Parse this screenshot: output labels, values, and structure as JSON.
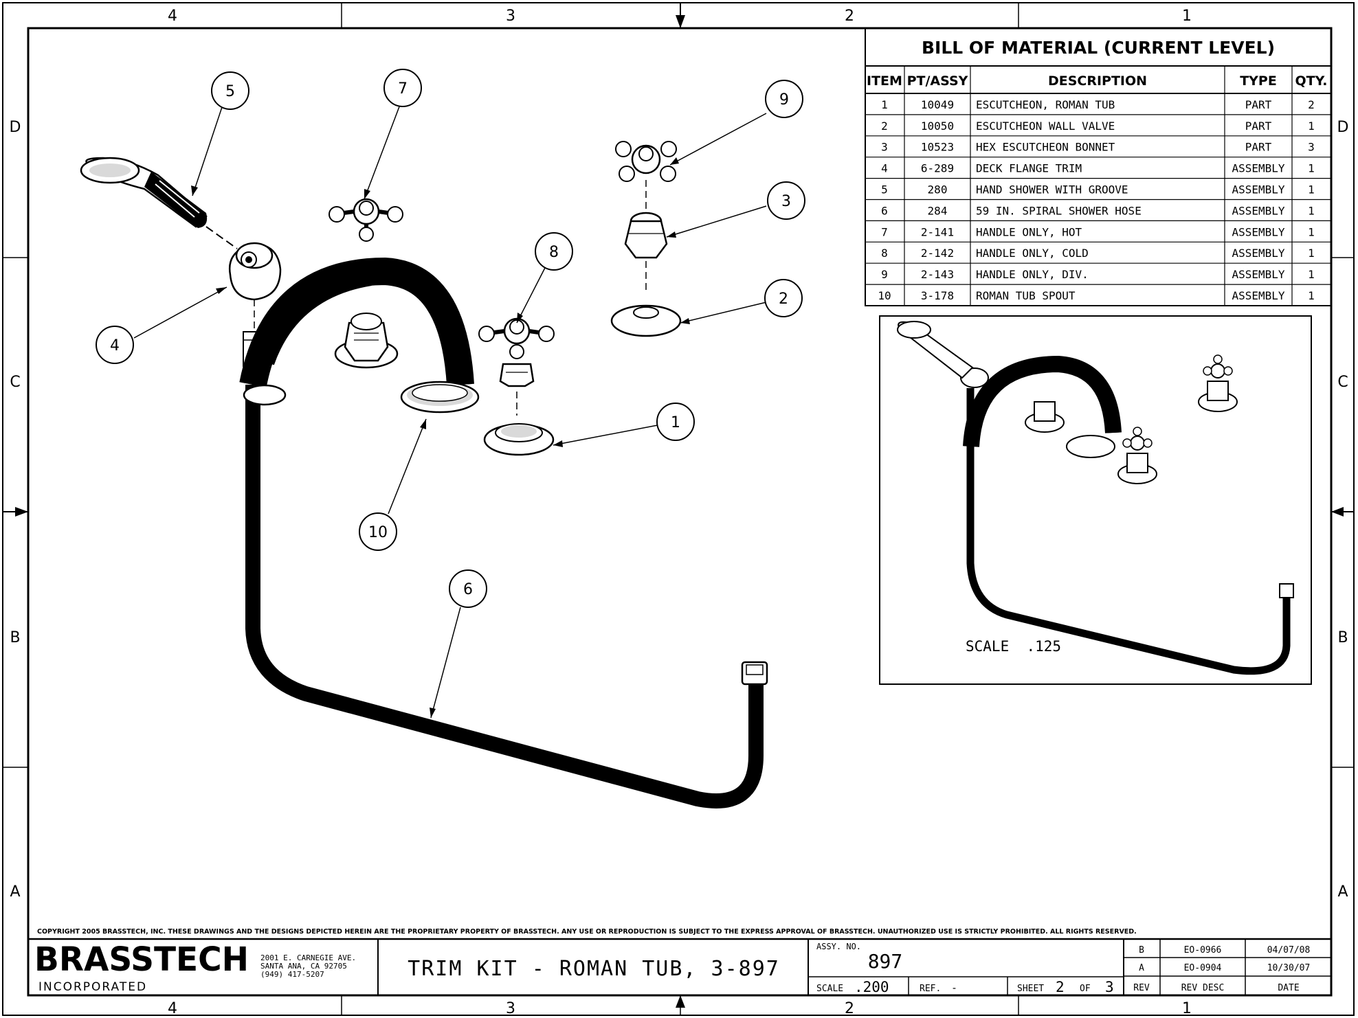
{
  "zones": {
    "columns": [
      "4",
      "3",
      "2",
      "1"
    ],
    "rows": [
      "D",
      "C",
      "B",
      "A"
    ]
  },
  "bom": {
    "title": "BILL OF MATERIAL (CURRENT LEVEL)",
    "headers": [
      "ITEM",
      "PT/ASSY",
      "DESCRIPTION",
      "TYPE",
      "QTY."
    ],
    "rows": [
      [
        "1",
        "10049",
        "ESCUTCHEON, ROMAN TUB",
        "PART",
        "2"
      ],
      [
        "2",
        "10050",
        "ESCUTCHEON WALL VALVE",
        "PART",
        "1"
      ],
      [
        "3",
        "10523",
        "HEX ESCUTCHEON BONNET",
        "PART",
        "3"
      ],
      [
        "4",
        "6-289",
        "DECK FLANGE TRIM",
        "ASSEMBLY",
        "1"
      ],
      [
        "5",
        "280",
        "HAND SHOWER WITH GROOVE",
        "ASSEMBLY",
        "1"
      ],
      [
        "6",
        "284",
        "59 IN. SPIRAL SHOWER HOSE",
        "ASSEMBLY",
        "1"
      ],
      [
        "7",
        "2-141",
        "HANDLE ONLY, HOT",
        "ASSEMBLY",
        "1"
      ],
      [
        "8",
        "2-142",
        "HANDLE ONLY, COLD",
        "ASSEMBLY",
        "1"
      ],
      [
        "9",
        "2-143",
        "HANDLE ONLY, DIV.",
        "ASSEMBLY",
        "1"
      ],
      [
        "10",
        "3-178",
        "ROMAN TUB SPOUT",
        "ASSEMBLY",
        "1"
      ]
    ]
  },
  "balloons": [
    "1",
    "2",
    "3",
    "4",
    "5",
    "6",
    "7",
    "8",
    "9",
    "10"
  ],
  "inset": {
    "scale_label": "SCALE  .125"
  },
  "copyright": "COPYRIGHT 2005 BRASSTECH, INC. THESE DRAWINGS AND THE DESIGNS DEPICTED HEREIN ARE THE PROPRIETARY PROPERTY OF BRASSTECH. ANY USE OR REPRODUCTION IS SUBJECT TO THE EXPRESS APPROVAL OF BRASSTECH. UNAUTHORIZED USE IS STRICTLY PROHIBITED. ALL RIGHTS RESERVED.",
  "title_block": {
    "company": "BRASSTECH",
    "company_sub": "INCORPORATED",
    "address": [
      "2001 E. CARNEGIE AVE.",
      "SANTA ANA, CA 92705",
      "(949) 417-5207"
    ],
    "title": "TRIM KIT - ROMAN TUB, 3-897",
    "assy_label": "ASSY. NO.",
    "assy_no": "897",
    "scale_label": "SCALE",
    "scale_value": ".200",
    "ref_label": "REF.",
    "ref_value": "-",
    "sheet_label": "SHEET",
    "sheet_no": "2",
    "of_label": "OF",
    "sheet_total": "3",
    "revisions": [
      {
        "rev": "B",
        "desc": "EO-0966",
        "date": "04/07/08"
      },
      {
        "rev": "A",
        "desc": "EO-0904",
        "date": "10/30/07"
      }
    ],
    "rev_headers": {
      "rev": "REV",
      "desc": "REV DESC",
      "date": "DATE"
    }
  }
}
